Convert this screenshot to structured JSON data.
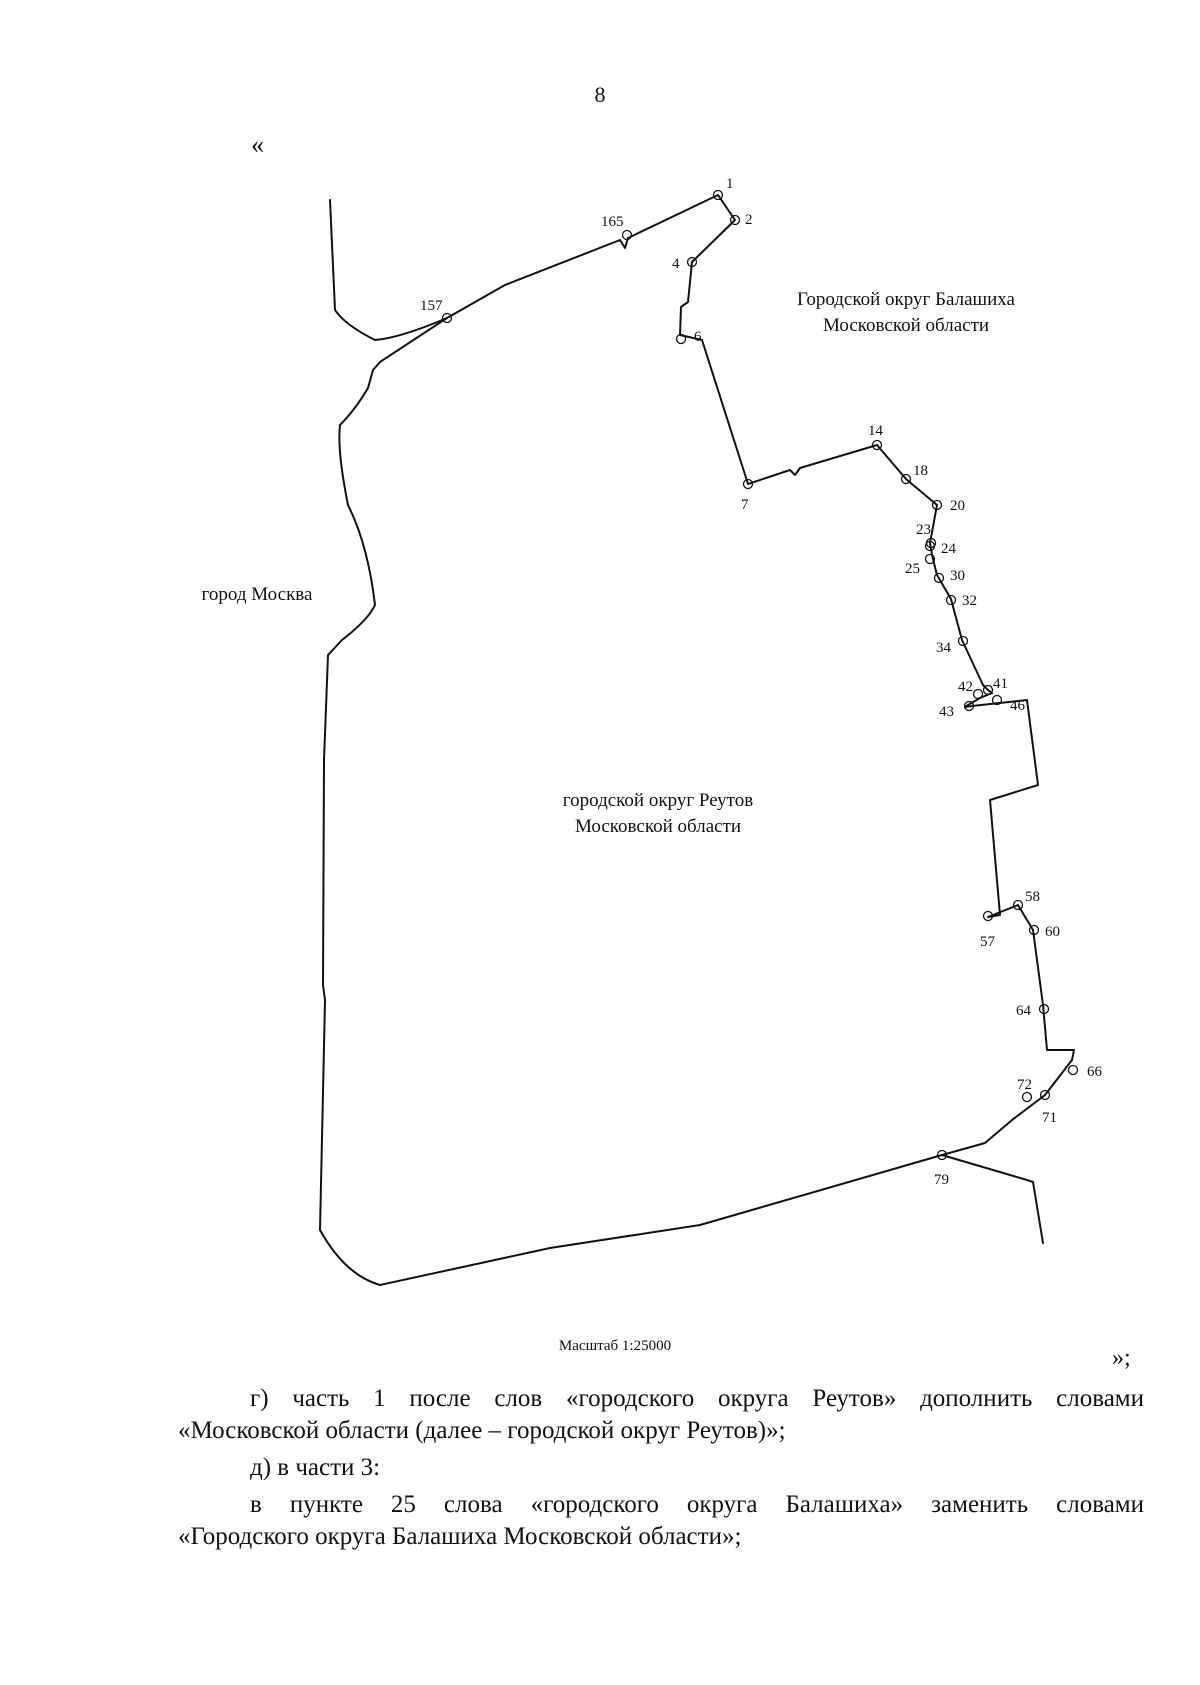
{
  "page": {
    "number": "8",
    "open_quote": "«",
    "close_quote": "»;"
  },
  "map": {
    "regions": {
      "balashikha_line1": "Городской округ Балашиха",
      "balashikha_line2": "Московской области",
      "moscow": "город Москва",
      "reutov_line1": "городской округ Реутов",
      "reutov_line2": "Московской области"
    },
    "point_labels": [
      "1",
      "2",
      "4",
      "6",
      "7",
      "14",
      "18",
      "20",
      "23",
      "24",
      "25",
      "30",
      "32",
      "34",
      "41",
      "42",
      "43",
      "46",
      "57",
      "58",
      "60",
      "64",
      "66",
      "71",
      "72",
      "79",
      "157",
      "165"
    ],
    "scale": "Масштаб 1:25000"
  },
  "text": {
    "item_g_line1": "г) часть 1 после слов «городского округа Реутов» дополнить словами",
    "item_g_line2": "«Московской области (далее – городской округ Реутов)»;",
    "item_d": "д) в части 3:",
    "item_d_sub_line1": "в пункте 25 слова «городского округа Балашиха» заменить словами",
    "item_d_sub_line2": "«Городского округа Балашиха Московской области»;"
  }
}
